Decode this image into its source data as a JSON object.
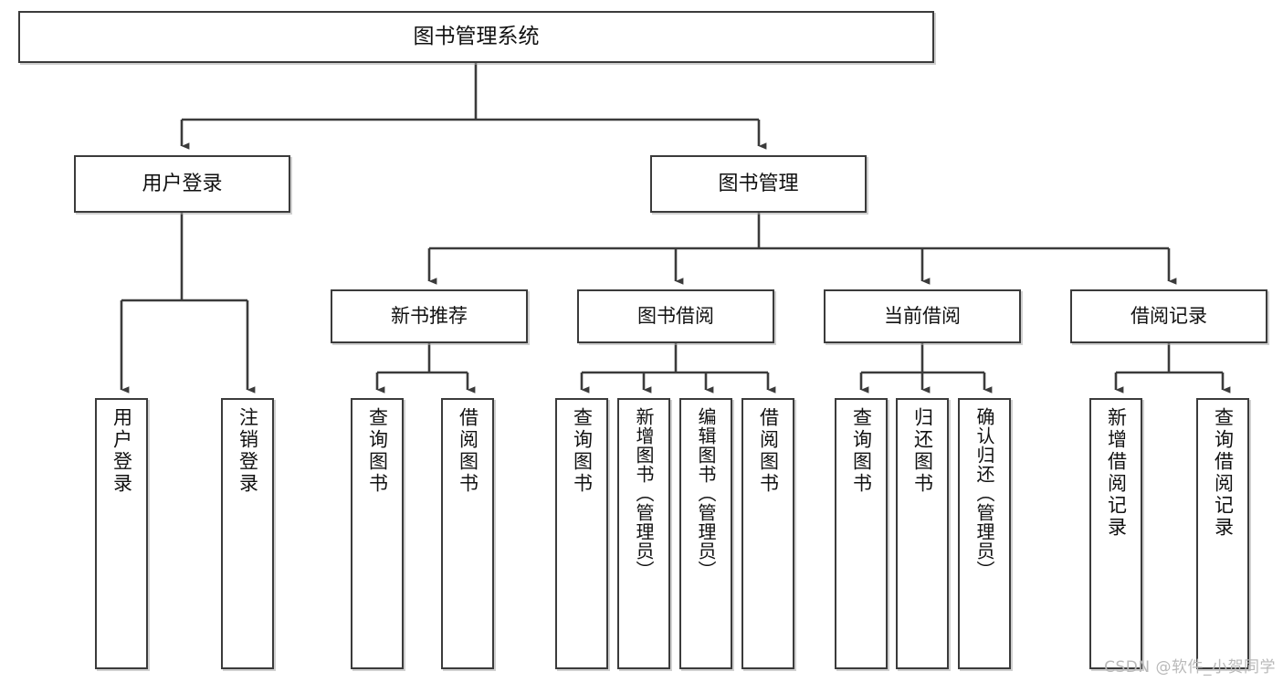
{
  "diagram": {
    "title": "图书管理系统",
    "type": "tree-hierarchy",
    "watermark": "CSDN @软件_小贺同学",
    "root": {
      "label": "图书管理系统"
    },
    "level2": [
      {
        "label": "用户登录"
      },
      {
        "label": "图书管理"
      }
    ],
    "level3": [
      {
        "label": "新书推荐"
      },
      {
        "label": "图书借阅"
      },
      {
        "label": "当前借阅"
      },
      {
        "label": "借阅记录"
      }
    ],
    "leaves": {
      "user_login": [
        {
          "label": "用户登录"
        },
        {
          "label": "注销登录"
        }
      ],
      "new_book_recommend": [
        {
          "label": "查询图书"
        },
        {
          "label": "借阅图书"
        }
      ],
      "book_borrow": [
        {
          "label": "查询图书"
        },
        {
          "label": "新增图书（管理员）"
        },
        {
          "label": "编辑图书（管理员）"
        },
        {
          "label": "借阅图书"
        }
      ],
      "current_borrow": [
        {
          "label": "查询图书"
        },
        {
          "label": "归还图书"
        },
        {
          "label": "确认归还（管理员）"
        }
      ],
      "borrow_record": [
        {
          "label": "新增借阅记录"
        },
        {
          "label": "查询借阅记录"
        }
      ]
    },
    "colors": {
      "box_border": "#3b3b3b",
      "box_fill": "#ffffff",
      "connector": "#3b3b3b",
      "text": "#111111",
      "watermark": "#b9b9b9"
    }
  }
}
